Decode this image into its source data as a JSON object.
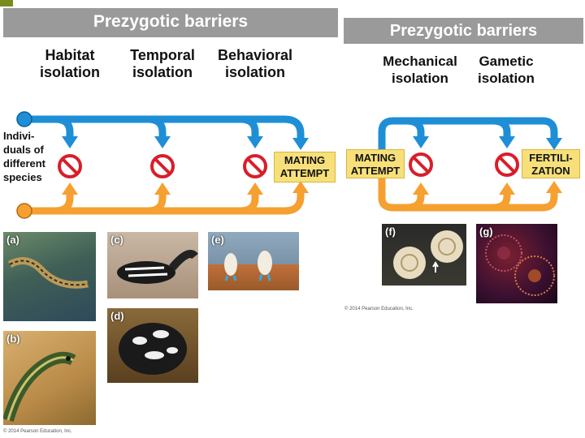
{
  "left_panel": {
    "banner": "Prezygotic barriers",
    "headers": [
      "Habitat\nisolation",
      "Temporal\nisolation",
      "Behavioral\nisolation"
    ],
    "species_label": "Indivi-\nduals of\ndifferent\nspecies",
    "mating_box": "MATING\nATTEMPT",
    "photo_labels": [
      "(a)",
      "(b)",
      "(c)",
      "(d)",
      "(e)"
    ],
    "copyright": "© 2014 Pearson Education, Inc."
  },
  "right_panel": {
    "banner": "Prezygotic barriers",
    "headers": [
      "Mechanical\nisolation",
      "Gametic\nisolation"
    ],
    "mating_box": "MATING\nATTEMPT",
    "fertilization_box": "FERTILI-\nZATION",
    "photo_labels": [
      "(f)",
      "(g)"
    ],
    "copyright": "© 2014 Pearson Education, Inc."
  },
  "colors": {
    "blue_path": "#1e8fd6",
    "orange_path": "#f5a030",
    "barrier_red": "#d81e2a",
    "box_yellow": "#f7e07a"
  },
  "icons": [
    "no-entry-icon",
    "arrow-down-icon",
    "arrow-up-icon"
  ]
}
